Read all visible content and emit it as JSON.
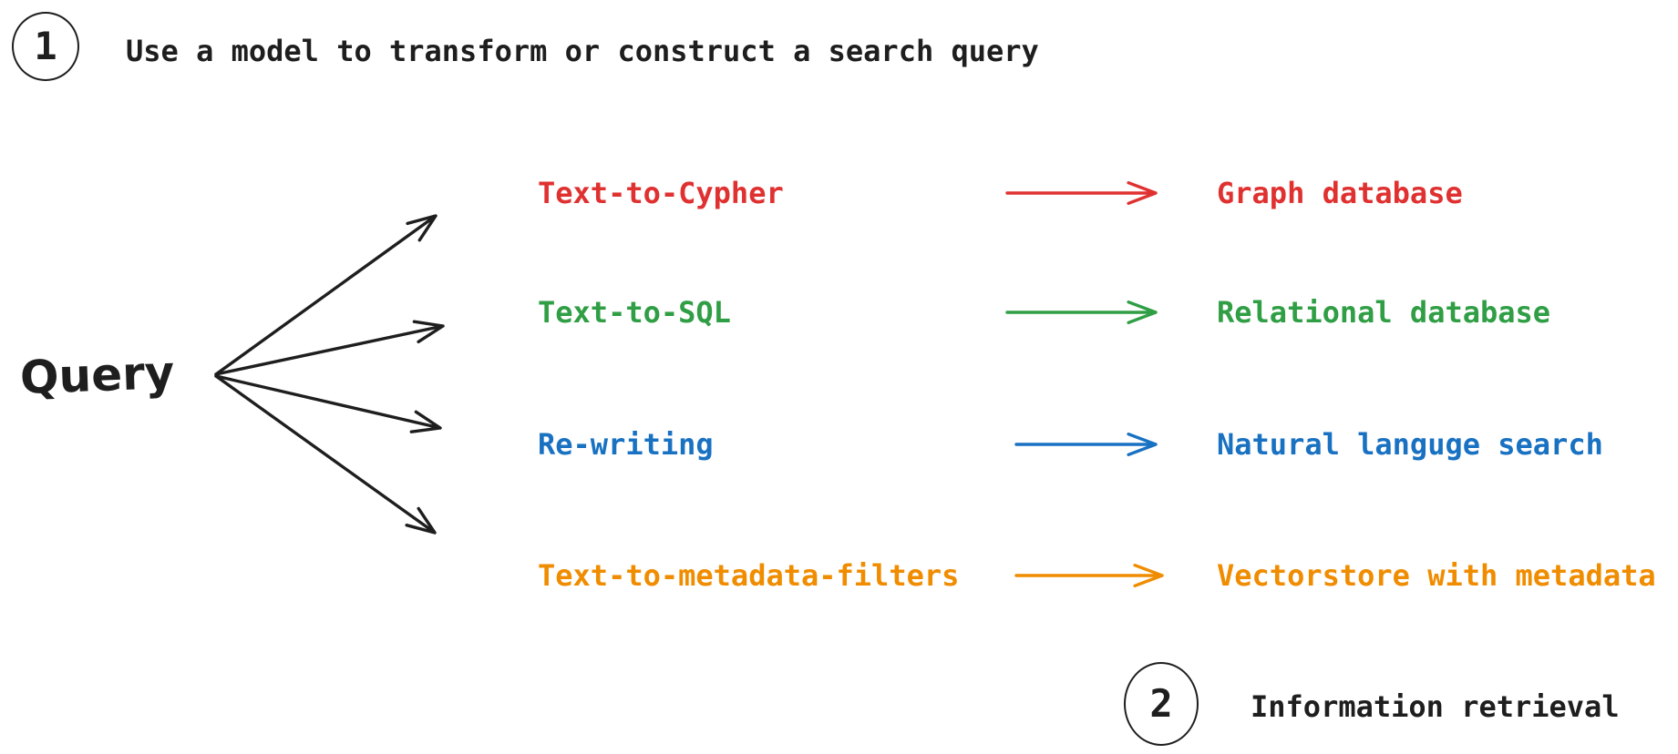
{
  "canvas": {
    "background": "#ffffff",
    "ink": "#1e1e1e"
  },
  "step1": {
    "number": "1",
    "label": "Use a model to transform or construct a search query"
  },
  "step2": {
    "number": "2",
    "label": "Information retrieval"
  },
  "query": {
    "label": "Query"
  },
  "rows": [
    {
      "method": "Text-to-Cypher",
      "target": "Graph database",
      "color": "#e03131",
      "color_name": "red"
    },
    {
      "method": "Text-to-SQL",
      "target": "Relational database",
      "color": "#2f9e44",
      "color_name": "green"
    },
    {
      "method": "Re-writing",
      "target": "Natural languge search",
      "color": "#1971c2",
      "color_name": "blue"
    },
    {
      "method": "Text-to-metadata-filters",
      "target": "Vectorstore with metadata",
      "color": "#f08c00",
      "color_name": "orange"
    }
  ]
}
